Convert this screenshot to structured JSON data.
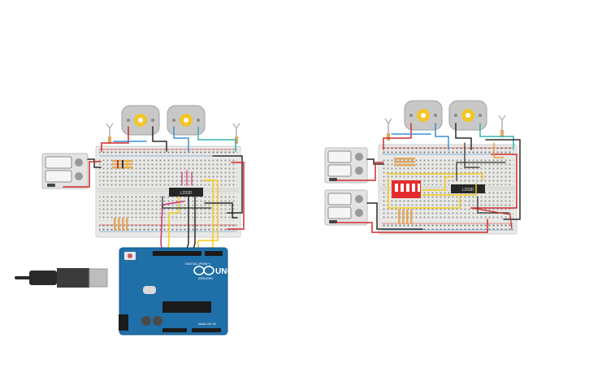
{
  "canvas": {
    "background": "#ffffff"
  },
  "colors": {
    "breadboard": "#e9e9e7",
    "breadboard_edge": "#cfcfcc",
    "wire_red": "#d12a2a",
    "wire_black": "#2b2b2b",
    "wire_yellow": "#f2cc1a",
    "wire_orange": "#f08a1c",
    "wire_magenta": "#d0307a",
    "wire_blue": "#3b8fd6",
    "wire_teal": "#34b3b0",
    "arduino": "#1f6fa8",
    "dip_switch": "#e52c2c",
    "motor_body": "#c8c8c8",
    "motor_hub": "#f2c52a"
  },
  "circuit_left": {
    "ic_label": "L293D",
    "power_supply_icons": [
      "battery-icon",
      "battery-icon"
    ],
    "motors": [
      "dc-motor-icon",
      "dc-motor-icon"
    ],
    "leds": [
      "led-icon",
      "led-icon"
    ]
  },
  "circuit_right": {
    "ic_label": "L293D",
    "dip_switch_icon": "dip-switch-icon",
    "power_supply_icons": [
      "battery-icon",
      "battery-icon"
    ],
    "motors": [
      "dc-motor-icon",
      "dc-motor-icon"
    ],
    "leds": [
      "led-icon",
      "led-icon"
    ]
  },
  "arduino": {
    "brand_logo_icon": "arduino-infinity-logo",
    "model": "UNO",
    "digital_label": "DIGITAL (PWM~)",
    "analog_label": "ANALOG IN",
    "maker": "ARDUINO",
    "usb_cable_icon": "usb-cable-icon"
  }
}
